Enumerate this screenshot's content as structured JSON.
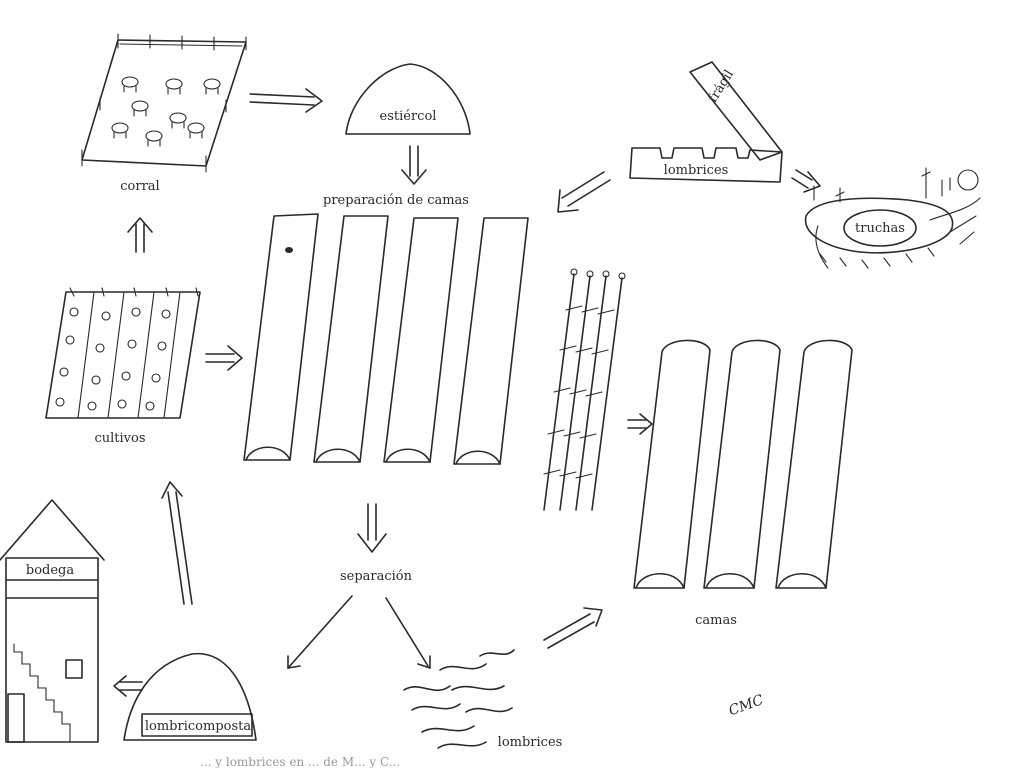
{
  "labels": {
    "corral": "corral",
    "estiercol": "estiércol",
    "preparacion": "preparación de camas",
    "fragil": "frágil",
    "lombrices_box": "lombrices",
    "truchas": "truchas",
    "cultivos": "cultivos",
    "camas": "camas",
    "separacion": "separación",
    "bodega": "bodega",
    "lombricomposta": "lombricomposta",
    "lombrices_bottom": "lombrices"
  },
  "signature": "CMC",
  "caption": "... y lombrices en ... de M... y C..."
}
